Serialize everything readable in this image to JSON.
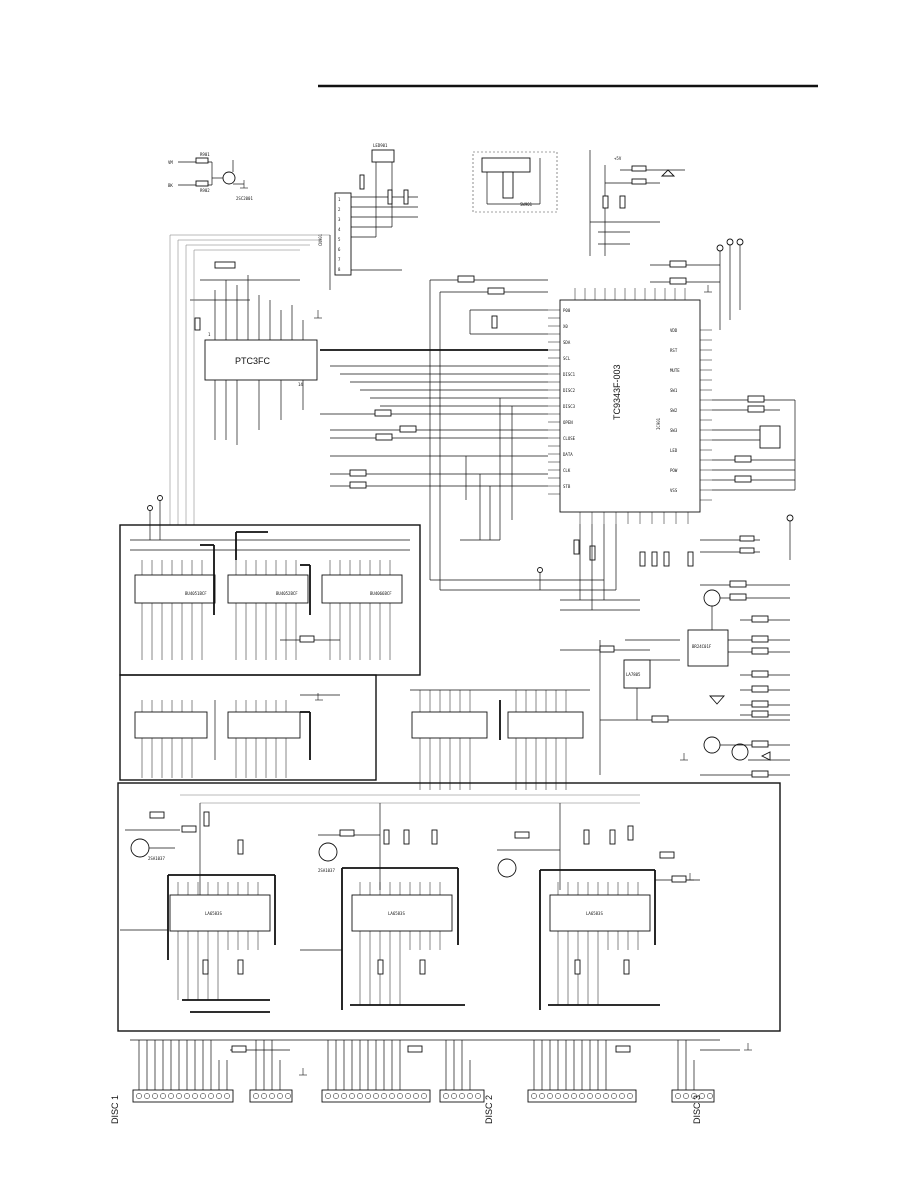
{
  "page": {
    "header_rule": true
  },
  "labels": {
    "disc1": "DISC 1",
    "disc2": "DISC 2",
    "disc3": "DISC 3",
    "mcu_part": "TC9343F-003",
    "reg_part": "LA7805",
    "ic_top_left": "PTC3FC",
    "ic_mid_a": "BU4051BCF",
    "ic_mid_b": "BU4052BCF",
    "ic_mid_c": "BU4066BCF",
    "ic_drv1": "LA6583S",
    "ic_drv2": "LA6583S",
    "ic_drv3": "LA6583S",
    "sw_box": "SW901",
    "eeprom": "BR24C01F",
    "tr1": "2SC2001",
    "tr2": "2SA1037",
    "tr3": "2SA1037"
  }
}
